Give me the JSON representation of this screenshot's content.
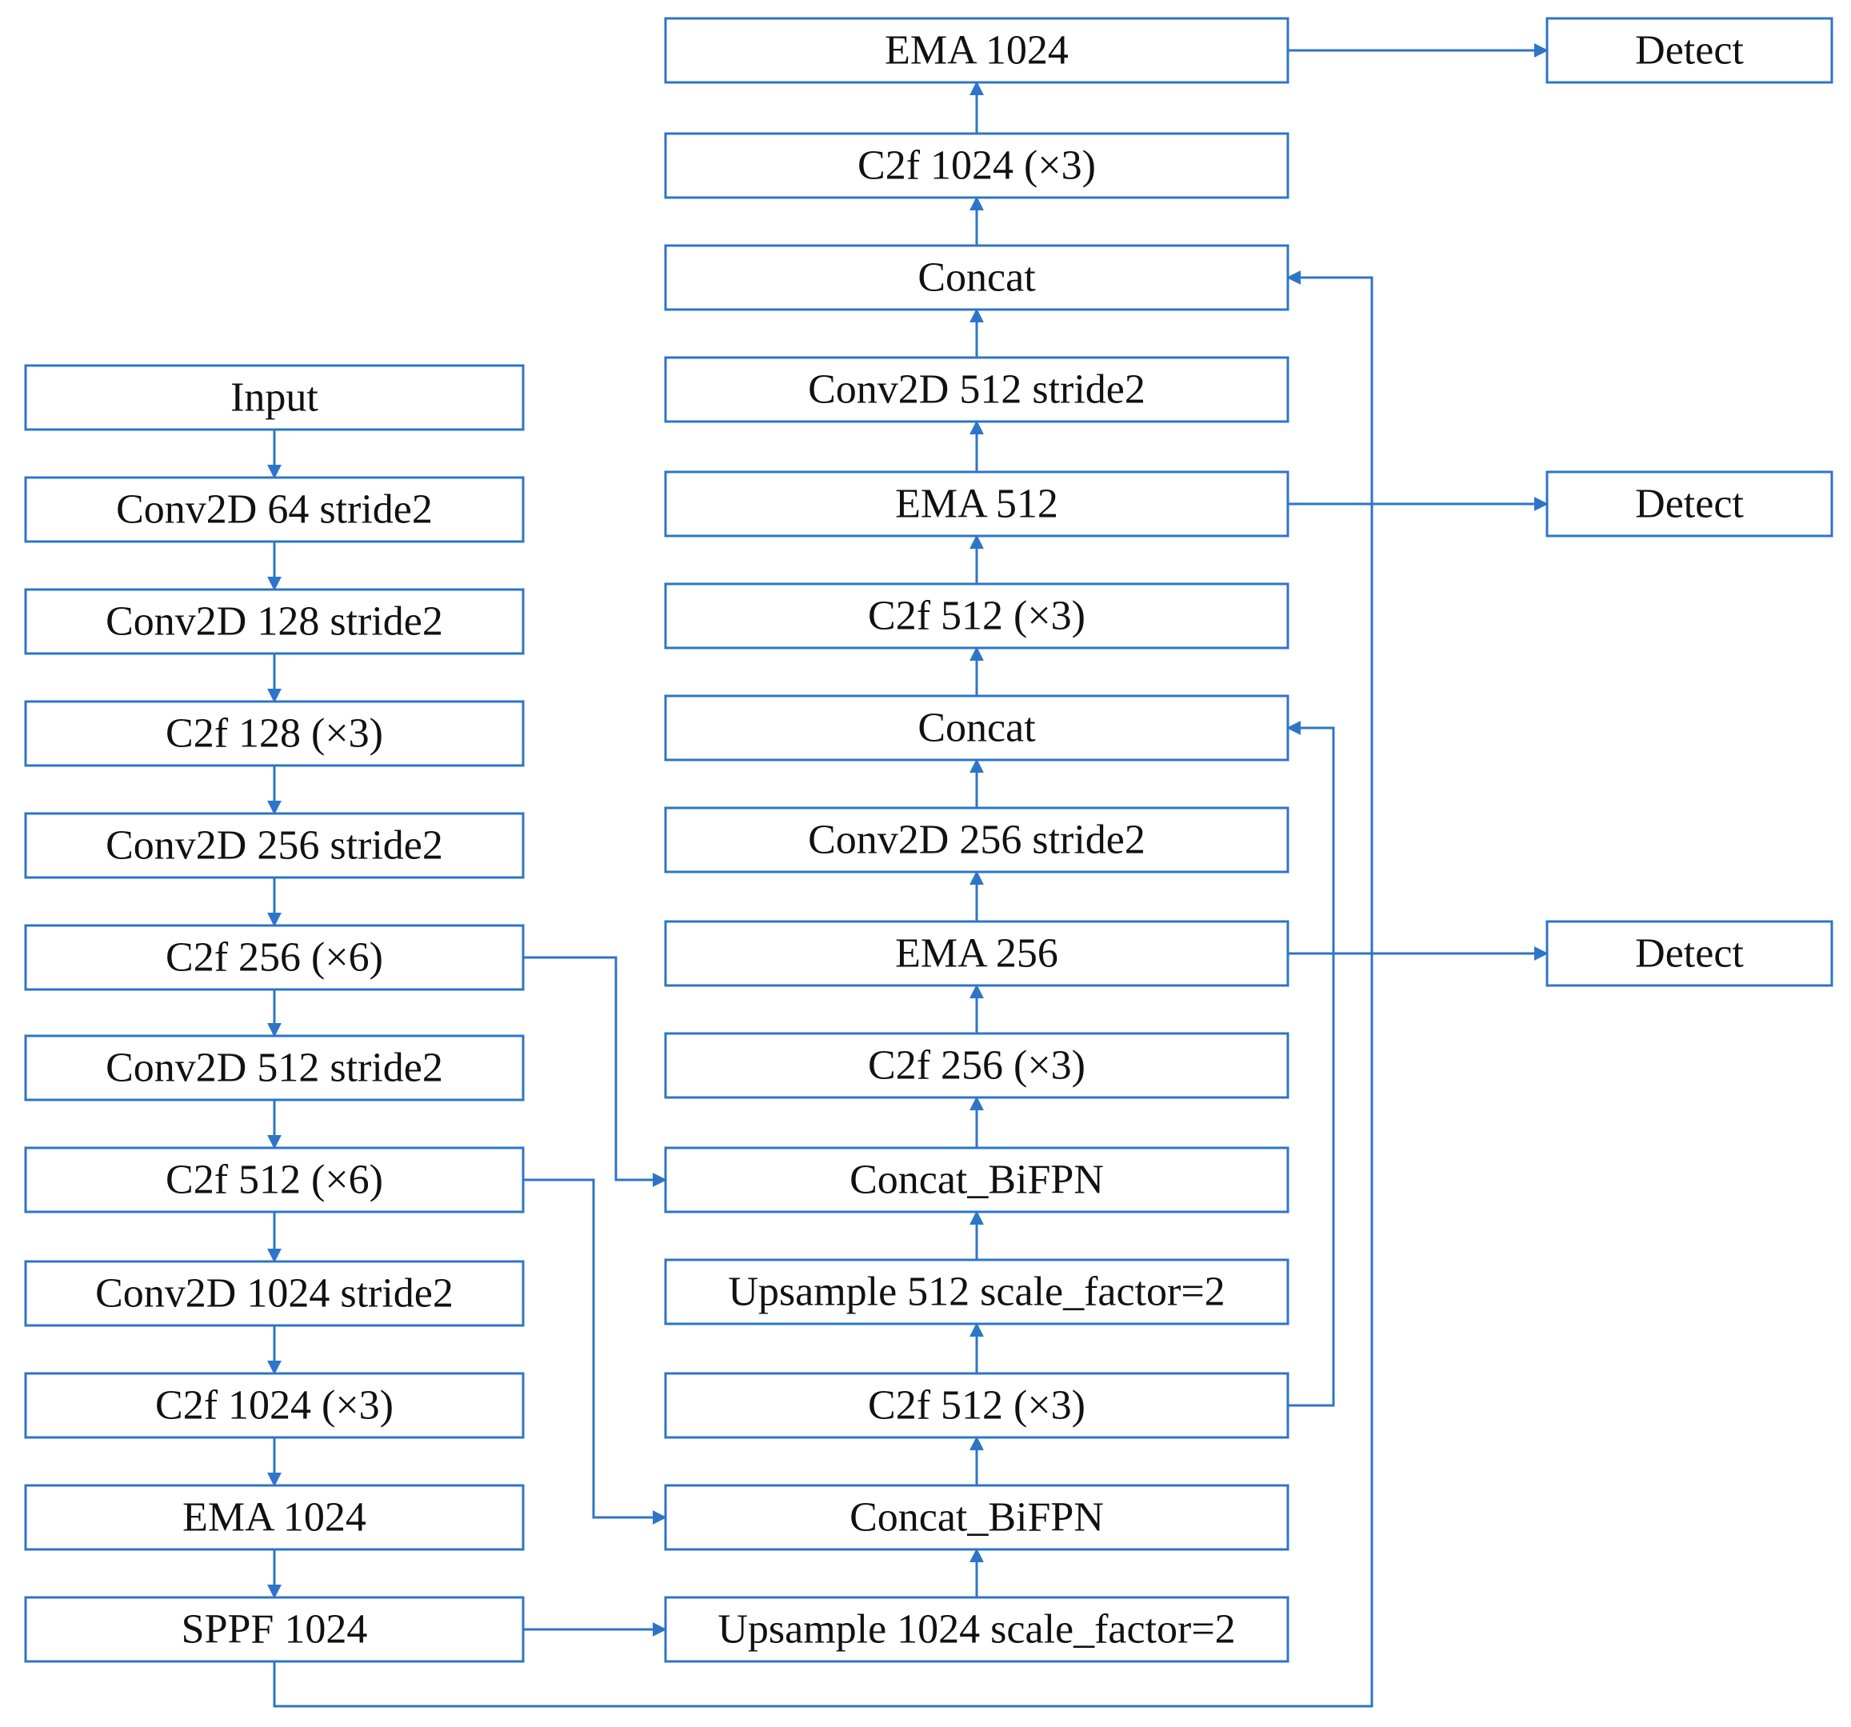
{
  "colors": {
    "box_border": "#2e75c8",
    "arrow": "#2e75c8",
    "text": "#111111",
    "background": "#ffffff"
  },
  "backbone": [
    {
      "id": "input",
      "label": "Input"
    },
    {
      "id": "conv64",
      "label": "Conv2D 64 stride2"
    },
    {
      "id": "conv128",
      "label": "Conv2D 128 stride2"
    },
    {
      "id": "c2f128",
      "label": "C2f 128 (×3)"
    },
    {
      "id": "conv256",
      "label": "Conv2D 256 stride2"
    },
    {
      "id": "c2f256",
      "label": "C2f 256 (×6)"
    },
    {
      "id": "conv512",
      "label": "Conv2D 512 stride2"
    },
    {
      "id": "c2f512",
      "label": "C2f 512 (×6)"
    },
    {
      "id": "conv1024",
      "label": "Conv2D 1024 stride2"
    },
    {
      "id": "c2f1024",
      "label": "C2f 1024 (×3)"
    },
    {
      "id": "ema1024_bb",
      "label": "EMA 1024"
    },
    {
      "id": "sppf",
      "label": "SPPF 1024"
    }
  ],
  "neck": [
    {
      "id": "ema1024_out",
      "label": "EMA 1024"
    },
    {
      "id": "c2f1024_out",
      "label": "C2f 1024 (×3)"
    },
    {
      "id": "concat_top",
      "label": "Concat"
    },
    {
      "id": "conv512_s2",
      "label": "Conv2D 512 stride2"
    },
    {
      "id": "ema512",
      "label": "EMA 512"
    },
    {
      "id": "c2f512_out",
      "label": "C2f 512 (×3)"
    },
    {
      "id": "concat_mid",
      "label": "Concat"
    },
    {
      "id": "conv256_s2",
      "label": "Conv2D 256 stride2"
    },
    {
      "id": "ema256",
      "label": "EMA 256"
    },
    {
      "id": "c2f256_out",
      "label": "C2f 256 (×3)"
    },
    {
      "id": "concat_bifpn_1",
      "label": "Concat_BiFPN"
    },
    {
      "id": "upsample512",
      "label": "Upsample 512 scale_factor=2"
    },
    {
      "id": "c2f512_lat",
      "label": "C2f 512 (×3)"
    },
    {
      "id": "concat_bifpn_2",
      "label": "Concat_BiFPN"
    },
    {
      "id": "upsample1024",
      "label": "Upsample 1024 scale_factor=2"
    }
  ],
  "heads": [
    {
      "id": "detect_large",
      "label": "Detect"
    },
    {
      "id": "detect_medium",
      "label": "Detect"
    },
    {
      "id": "detect_small",
      "label": "Detect"
    }
  ]
}
